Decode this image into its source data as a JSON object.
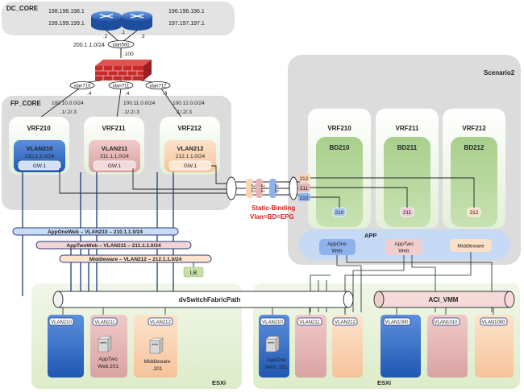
{
  "dc_core": {
    "title": "DC_CORE",
    "ip_left_1": "198.198.198.1",
    "ip_left_2": "199.199.199.1",
    "ip_right_1": "196.196.196.1",
    "ip_right_2": "197.197.197.1",
    "router_left_port": ".2",
    "router_mid_port": ".1",
    "router_right_port": ".3",
    "subnet": "200.1.1.0/24",
    "vlan": "vlan500",
    "firewall_ip": ".100"
  },
  "firewall_vlans": [
    {
      "name": "vlan710",
      "port": ".4"
    },
    {
      "name": "vlan711",
      "port": ".4"
    },
    {
      "name": "vlan712",
      "port": ".4"
    }
  ],
  "fp_core": {
    "title": "FP_CORE",
    "vrfs": [
      {
        "subnet": "100.10.0.0/24",
        "ports": ".1/.2/.3",
        "name": "VRF210",
        "vlan": "VLAN210",
        "vlan_subnet": "210.1.1.0/24",
        "gw": "GW.1"
      },
      {
        "subnet": "100.11.0.0/24",
        "ports": ".1/.2/.3",
        "name": "VRF211",
        "vlan": "VLAN211",
        "vlan_subnet": "211.1.1.0/24",
        "gw": "GW.1"
      },
      {
        "subnet": "100.12.0.0/24",
        "ports": ".1/.2/.3",
        "name": "VRF212",
        "vlan": "VLAN212",
        "vlan_subnet": "212.1.1.0/24",
        "gw": "GW.1"
      }
    ]
  },
  "binding": {
    "cyl_labels": [
      "212",
      "211",
      "210"
    ],
    "side_labels": [
      "212",
      "211",
      "210"
    ],
    "title": "Static-Binding",
    "subtitle": "Vlan=BD=EPG"
  },
  "scenario2": {
    "title": "Scenario2",
    "vrfs": [
      {
        "name": "VRF210",
        "bd": "BD210",
        "epg_tag": "210"
      },
      {
        "name": "VRF211",
        "bd": "BD211",
        "epg_tag": "211"
      },
      {
        "name": "VRF212",
        "bd": "BD212",
        "epg_tag": "212"
      }
    ],
    "app_label": "APP",
    "epgs": [
      {
        "line1": "AppOne",
        "line2": "Web"
      },
      {
        "line1": "AppTwo",
        "line2": "Web"
      },
      {
        "line1": "Middleware",
        "line2": ""
      }
    ]
  },
  "segments": [
    {
      "label": "AppOneWeb – VLAN210 – 210.1.1.0/24"
    },
    {
      "label": "AppTwoWeb – VLAN211 – 211.1.1.0/24"
    },
    {
      "label": "Middleware – VLAN212 – 212.1.1.0/24"
    }
  ],
  "lb_label": "LB",
  "switches": {
    "dvswitch": "dvSwitchFabricPath",
    "aci_vmm": "ACI_VMM"
  },
  "esxi_left": {
    "label": "ESXi",
    "hosts": [
      {
        "vlan": "VLAN210",
        "vm_line1": "",
        "vm_line2": ""
      },
      {
        "vlan": "VLAN211",
        "vm_line1": "AppTwo",
        "vm_line2": "Web.201"
      },
      {
        "vlan": "VLAN212",
        "vm_line1": "Middleware",
        "vm_line2": ".201"
      }
    ]
  },
  "esxi_right": {
    "label": "ESXi",
    "hosts": [
      {
        "vlan": "VLAN210",
        "vm_line1": "AppOne",
        "vm_line2": "Web .201"
      },
      {
        "vlan": "VLAN211"
      },
      {
        "vlan": "VLAN212"
      },
      {
        "vlan": "VLAN1000"
      },
      {
        "vlan": "VLAN1010"
      },
      {
        "vlan": "VLAN1000"
      }
    ]
  },
  "colors": {
    "blue": "#2f6cc7",
    "pink": "#e6b4b4",
    "peach": "#fbd5b5",
    "green": "#b7d7a0",
    "binding_red": "#d6221f"
  }
}
